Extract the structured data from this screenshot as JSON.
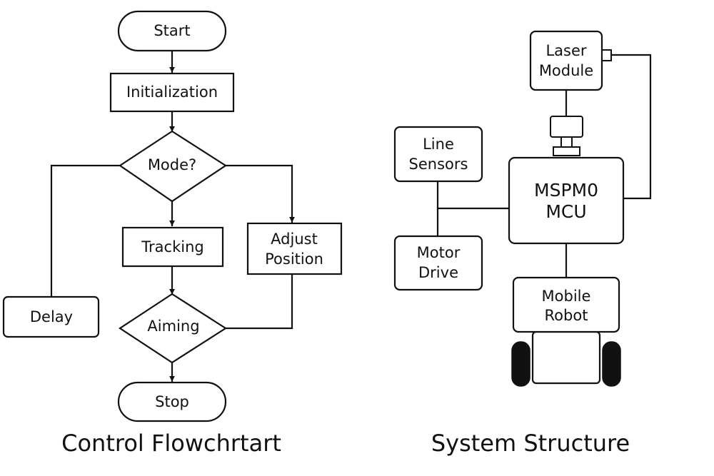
{
  "flowchart": {
    "start": "Start",
    "initialization": "Initialization",
    "mode": "Mode?",
    "tracking": "Tracking",
    "adjust_position": [
      "Adjust",
      "Position"
    ],
    "delay": "Delay",
    "aiming": "Aiming",
    "stop": "Stop",
    "caption": "Control Flowchrtart"
  },
  "system": {
    "laser_module": [
      "Laser",
      "Module"
    ],
    "line_sensors": [
      "Line",
      "Sensors"
    ],
    "motor_drive": [
      "Motor",
      "Drive"
    ],
    "mcu": [
      "MSPM0",
      "MCU"
    ],
    "mobile_robot": [
      "Mobile",
      "Robot"
    ],
    "caption": "System Structure"
  }
}
